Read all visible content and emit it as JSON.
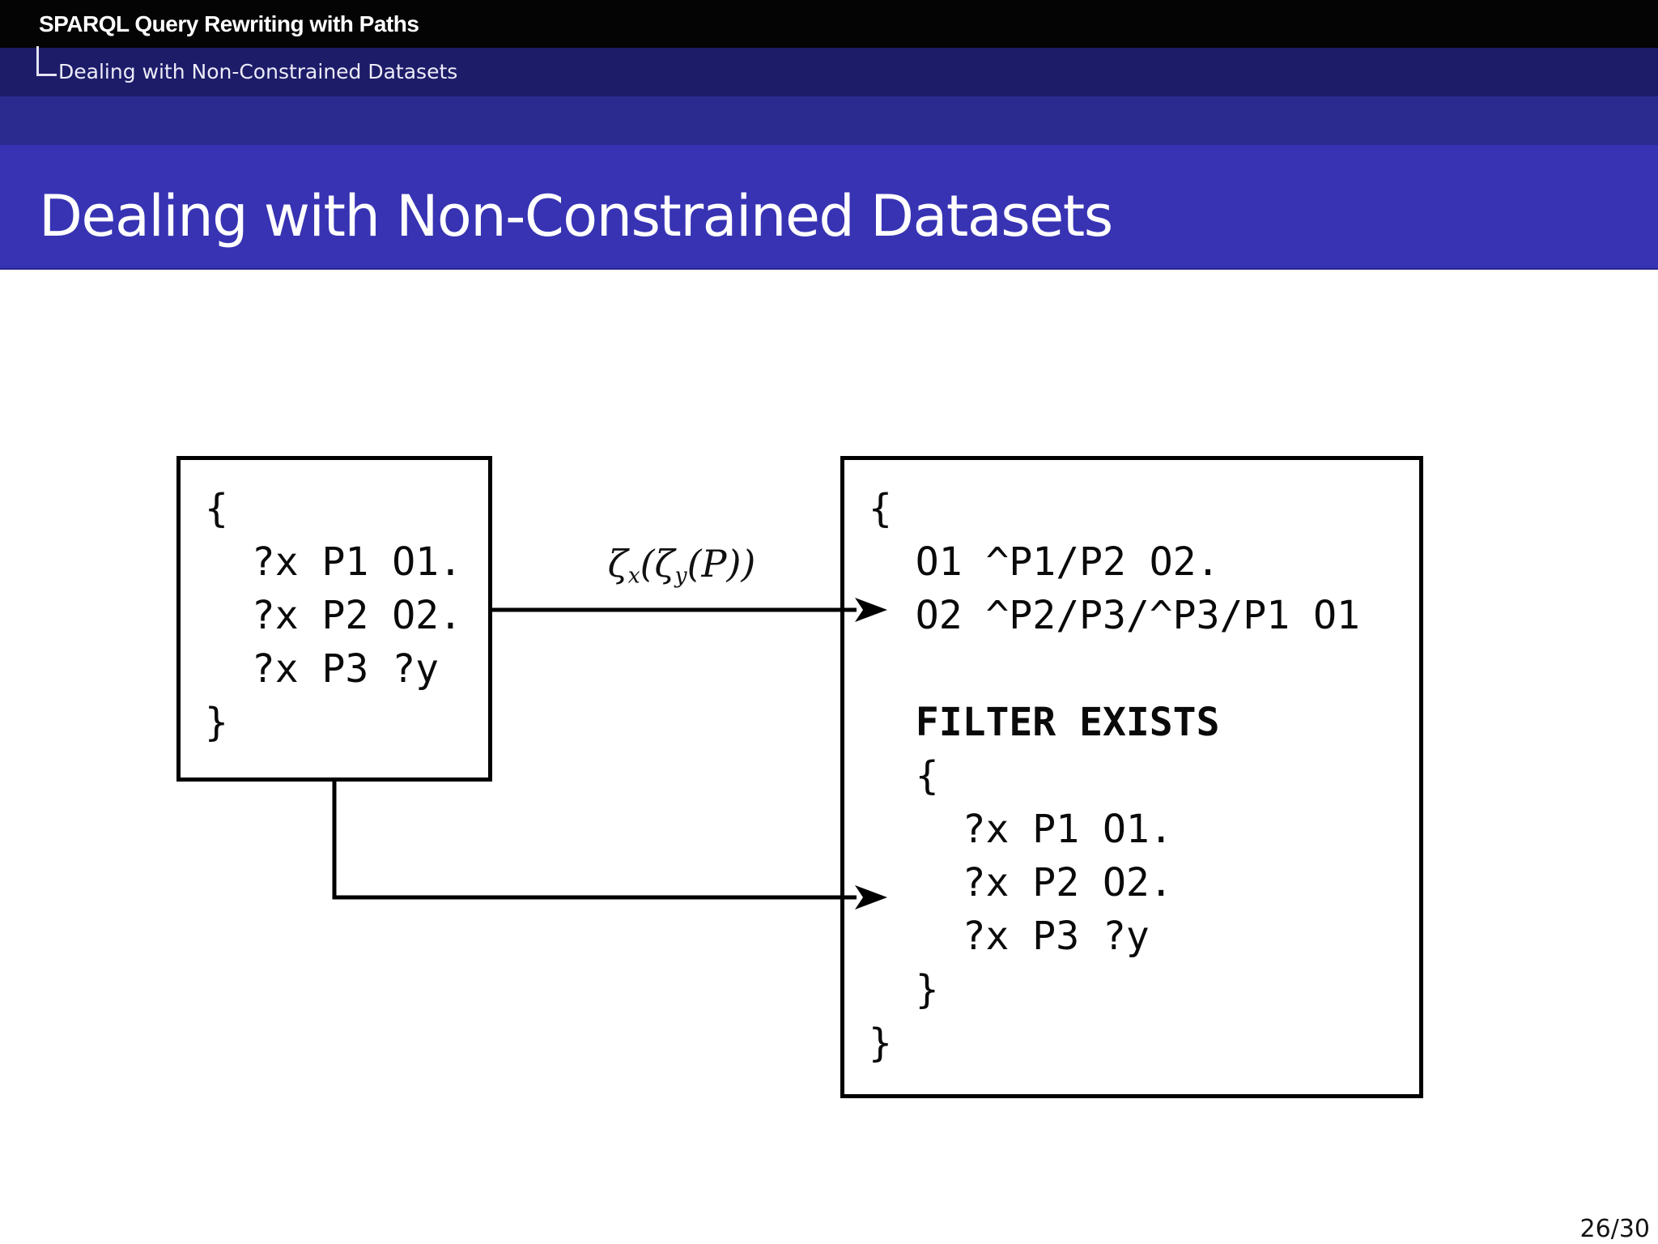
{
  "header": {
    "presentation_title": "SPARQL Query Rewriting with Paths",
    "breadcrumb_section": "Dealing with Non-Constrained Datasets"
  },
  "slide_title": "Dealing with Non-Constrained Datasets",
  "diagram": {
    "source_query": "{\n  ?x P1 O1.\n  ?x P2 O2.\n  ?x P3 ?y\n}",
    "rewritten_query_top": "{\n  O1 ^P1/P2 O2.\n  O2 ^P2/P3/^P3/P1 O1\n ",
    "rewritten_query_filter": "  FILTER EXISTS",
    "rewritten_query_bottom": "  {\n    ?x P1 O1.\n    ?x P2 O2.\n    ?x P3 ?y\n  }\n}",
    "transform_label": {
      "zeta1": "ζ",
      "sub1": "x",
      "mid": "(ζ",
      "sub2": "y",
      "tail": "(P))"
    }
  },
  "footer": {
    "page_indicator": "26/30"
  },
  "colors": {
    "top_bar": "#040404",
    "navy_bar": "#1d1c69",
    "mid_bar": "#2b2a8e",
    "frametitle_bar": "#3733b3",
    "diagram_stroke": "#000000"
  }
}
